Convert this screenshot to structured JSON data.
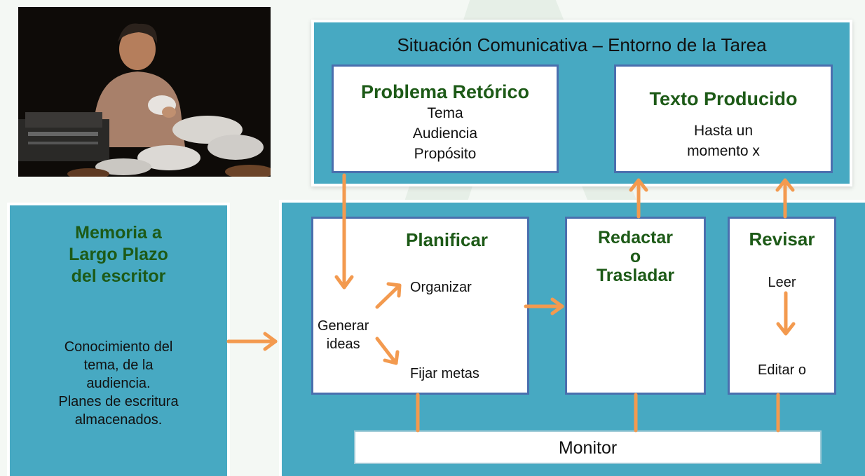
{
  "context": {
    "title": "Situación Comunicativa – Entorno de la Tarea",
    "rhetorical_problem": {
      "heading": "Problema Retórico",
      "items": [
        "Tema",
        "Audiencia",
        "Propósito"
      ]
    },
    "produced_text": {
      "heading": "Texto Producido",
      "line1": "Hasta un",
      "line2": "momento x"
    }
  },
  "memory": {
    "heading_lines": [
      "Memoria a",
      "Largo Plazo",
      "del escritor"
    ],
    "body_lines": [
      "Conocimiento del",
      "tema, de la",
      "audiencia.",
      "Planes de escritura",
      "almacenados."
    ]
  },
  "process": {
    "plan": {
      "heading": "Planificar",
      "generate": [
        "Generar",
        "ideas"
      ],
      "organize": "Organizar",
      "goals": "Fijar metas"
    },
    "translate": {
      "heading_lines": [
        "Redactar",
        "o",
        "Trasladar"
      ]
    },
    "review": {
      "heading": "Revisar",
      "read": "Leer",
      "edit": "Editar o"
    },
    "monitor": "Monitor"
  },
  "colors": {
    "panel": "#47a9c2",
    "box_border": "#4a6fae",
    "heading": "#1d5a17",
    "arrow": "#f39a4f"
  }
}
